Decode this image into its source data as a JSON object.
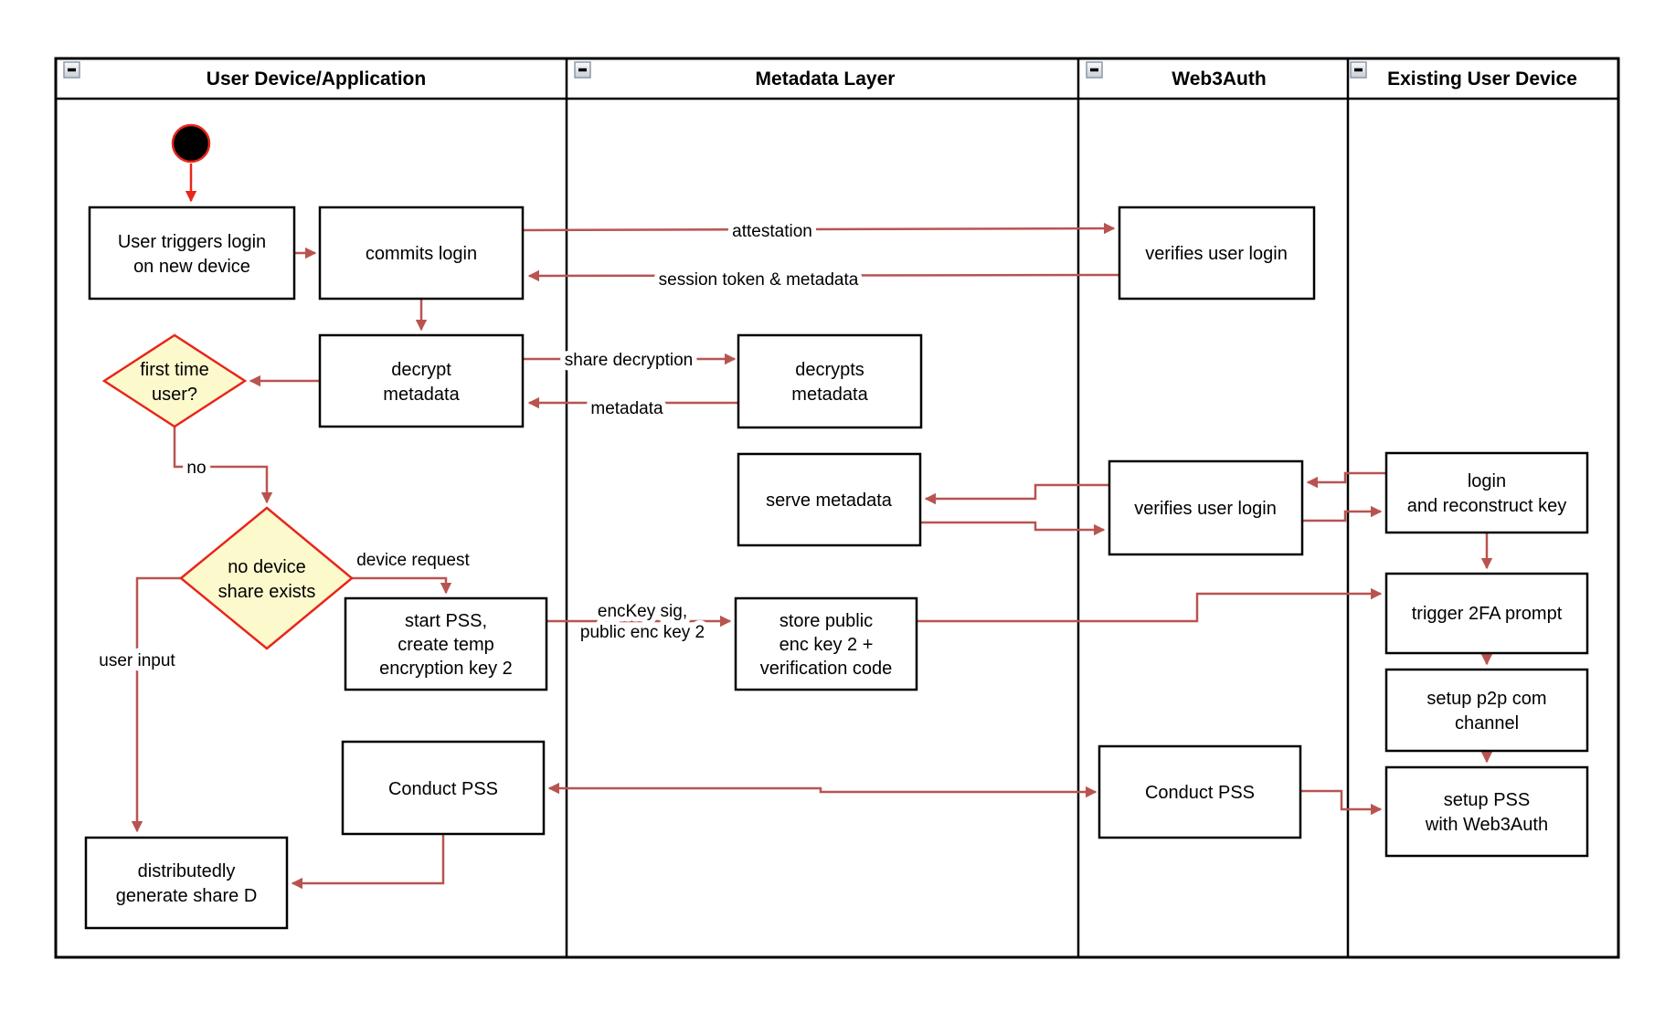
{
  "diagram": {
    "lanes": [
      {
        "label": "User Device/Application"
      },
      {
        "label": "Metadata Layer"
      },
      {
        "label": "Web3Auth"
      },
      {
        "label": "Existing User Device"
      }
    ],
    "nodes": {
      "user_triggers": {
        "lines": [
          "User triggers login",
          "on new device"
        ]
      },
      "commits_login": {
        "lines": [
          "commits login"
        ]
      },
      "verifies_login_top": {
        "lines": [
          "verifies user login"
        ]
      },
      "decrypt_metadata": {
        "lines": [
          "decrypt",
          "metadata"
        ]
      },
      "decrypts_metadata": {
        "lines": [
          "decrypts",
          "metadata"
        ]
      },
      "first_time_user": {
        "lines": [
          "first time",
          "user?"
        ]
      },
      "no_device_share": {
        "lines": [
          "no device",
          "share exists"
        ]
      },
      "serve_metadata": {
        "lines": [
          "serve metadata"
        ]
      },
      "verifies_login_mid": {
        "lines": [
          "verifies user login"
        ]
      },
      "login_reconstruct": {
        "lines": [
          "login",
          "and reconstruct key"
        ]
      },
      "start_pss": {
        "lines": [
          "start PSS,",
          "create temp",
          "encryption key 2"
        ]
      },
      "store_public": {
        "lines": [
          "store public",
          "enc key 2 +",
          "verification code"
        ]
      },
      "trigger_2fa": {
        "lines": [
          "trigger 2FA prompt"
        ]
      },
      "setup_p2p": {
        "lines": [
          "setup p2p com",
          "channel"
        ]
      },
      "setup_pss": {
        "lines": [
          "setup PSS",
          "with Web3Auth"
        ]
      },
      "conduct_pss_user": {
        "lines": [
          "Conduct PSS"
        ]
      },
      "conduct_pss_w3a": {
        "lines": [
          "Conduct PSS"
        ]
      },
      "generate_share_d": {
        "lines": [
          "distributedly",
          "generate share D"
        ]
      }
    },
    "edge_labels": {
      "attestation": "attestation",
      "session_token": "session token & metadata",
      "share_decryption": "share decryption",
      "metadata": "metadata",
      "no": "no",
      "device_request": "device request",
      "enckey_line1": "encKey sig,",
      "enckey_line2": "public enc key 2",
      "user_input": "user input"
    },
    "colors": {
      "connector": "#B85450",
      "highlight": "#E8261B",
      "decision_fill": "#FCF9CD",
      "border": "#000000"
    }
  }
}
